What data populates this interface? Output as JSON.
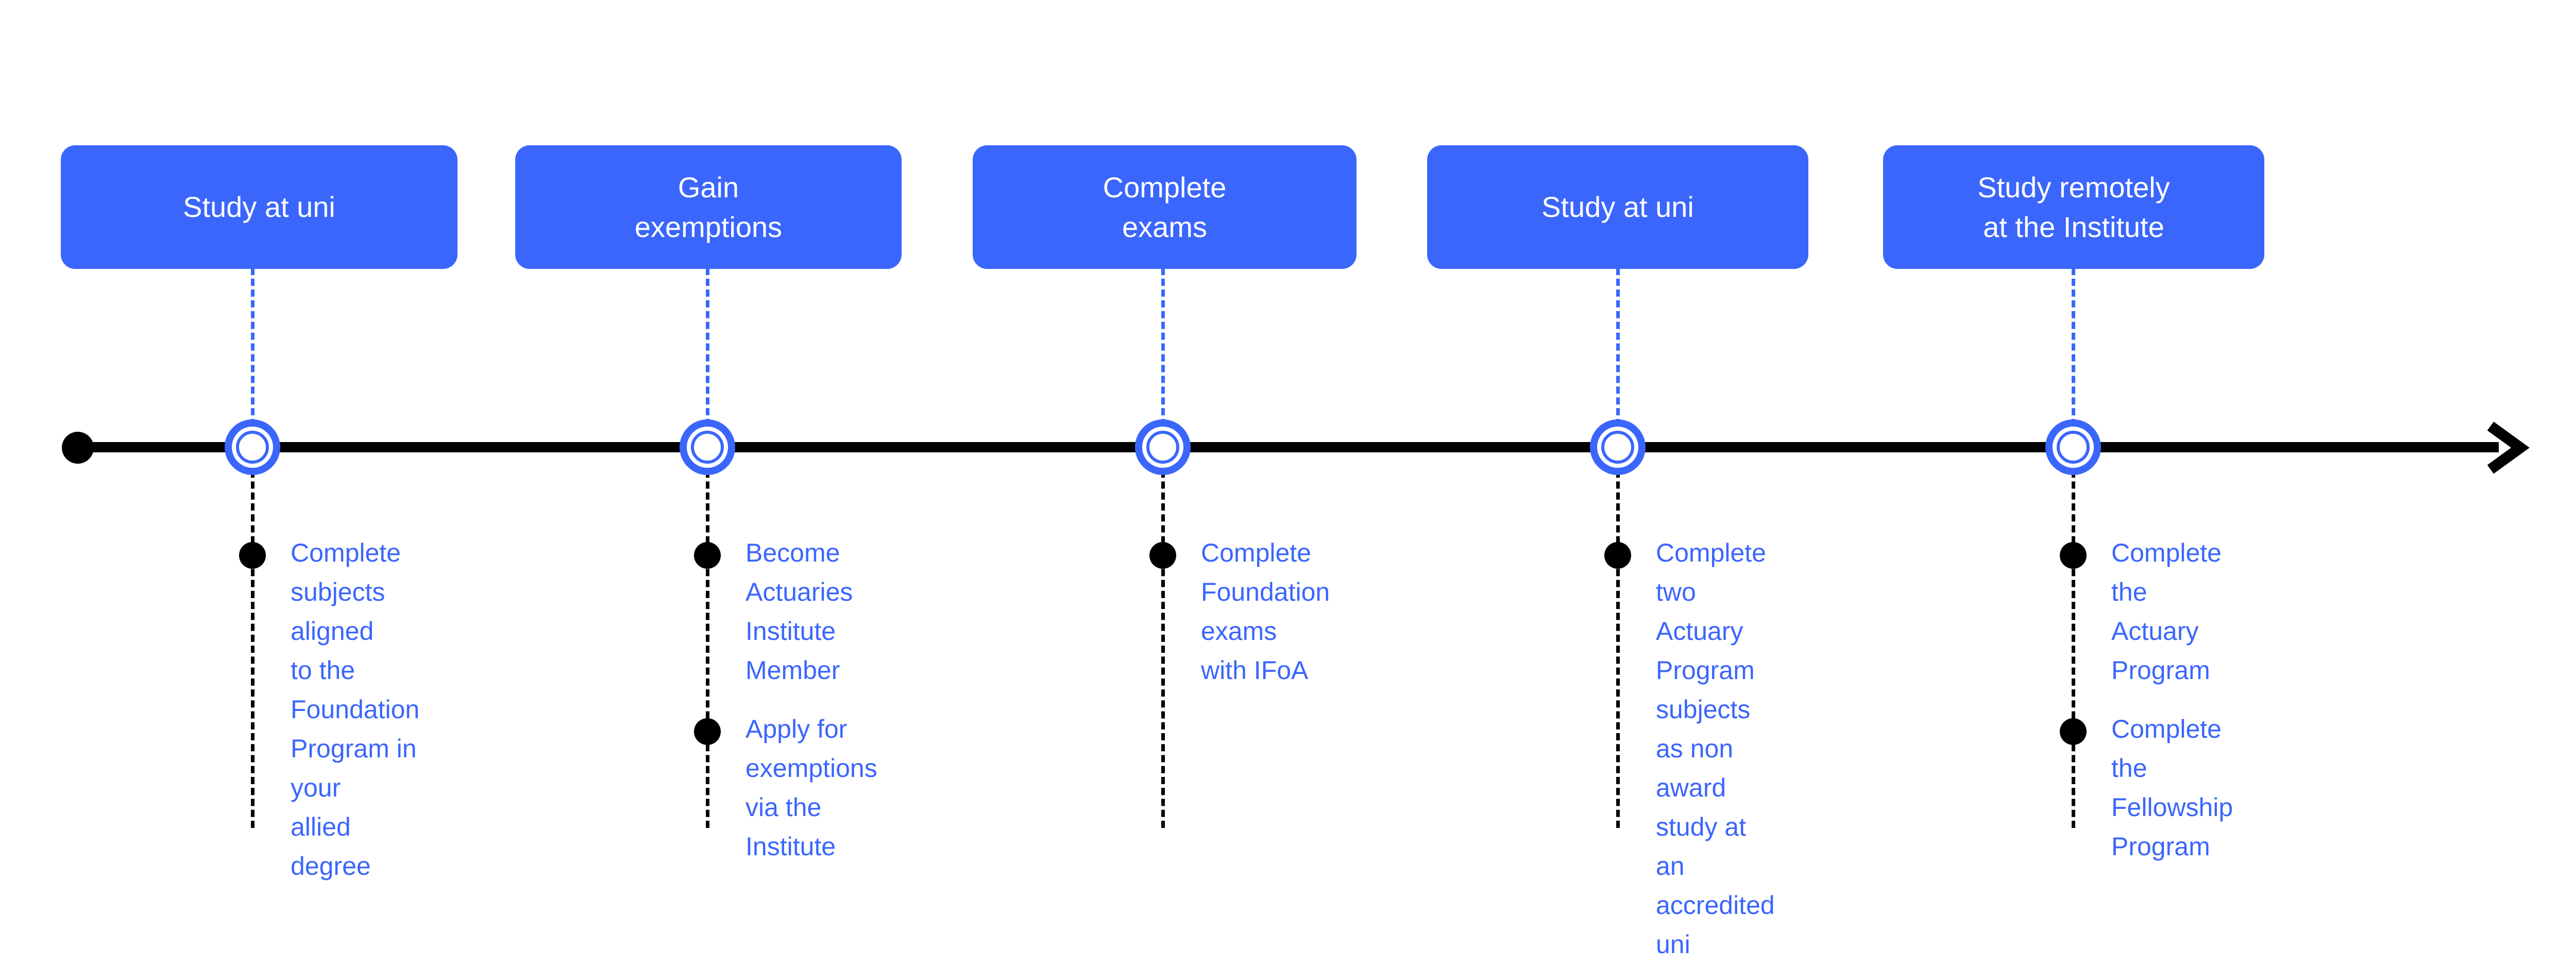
{
  "diagram": {
    "type": "timeline",
    "title_present": false,
    "colors": {
      "accent_blue": "#3b66fc",
      "axis_black": "#000000",
      "box_text": "#ffffff",
      "background": "#ffffff"
    },
    "axis": {
      "start_marker": "start-dot",
      "end_marker": "arrow-right",
      "direction": "left-to-right"
    },
    "stages": [
      {
        "id": "stage-1",
        "box_label": "Study at uni",
        "marker": "ring-marker",
        "bullets": [
          "Complete\nsubjects aligned\nto the Foundation\nProgram in your\nallied degree"
        ]
      },
      {
        "id": "stage-2",
        "box_label": "Gain\nexemptions",
        "marker": "ring-marker",
        "bullets": [
          "Become Actuaries\nInstitute Member",
          "Apply for\nexemptions via the\nInstitute"
        ]
      },
      {
        "id": "stage-3",
        "box_label": "Complete\nexams",
        "marker": "ring-marker",
        "bullets": [
          "Complete\nFoundation exams\nwith IFoA"
        ]
      },
      {
        "id": "stage-4",
        "box_label": "Study at uni",
        "marker": "ring-marker",
        "bullets": [
          "Complete two\nActuary Program\nsubjects as non\naward study at an\naccredited uni"
        ]
      },
      {
        "id": "stage-5",
        "box_label": "Study remotely\nat the Institute",
        "marker": "ring-marker",
        "bullets": [
          "Complete the\nActuary Program",
          "Complete the\nFellowship Program"
        ]
      }
    ]
  }
}
